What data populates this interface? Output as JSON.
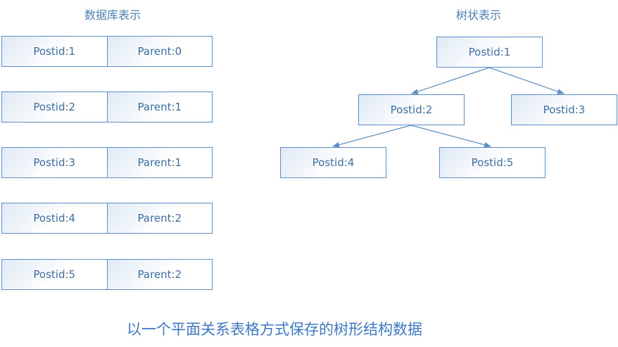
{
  "headings": {
    "db": "数据库表示",
    "tree": "树状表示"
  },
  "db_rows": [
    {
      "postid": "Postid:1",
      "parent": "Parent:0"
    },
    {
      "postid": "Postid:2",
      "parent": "Parent:1"
    },
    {
      "postid": "Postid:3",
      "parent": "Parent:1"
    },
    {
      "postid": "Postid:4",
      "parent": "Parent:2"
    },
    {
      "postid": "Postid:5",
      "parent": "Parent:2"
    }
  ],
  "tree_nodes": {
    "n1": "Postid:1",
    "n2": "Postid:2",
    "n3": "Postid:3",
    "n4": "Postid:4",
    "n5": "Postid:5"
  },
  "tree_edges": [
    {
      "from": "n1",
      "to": "n2"
    },
    {
      "from": "n1",
      "to": "n3"
    },
    {
      "from": "n2",
      "to": "n4"
    },
    {
      "from": "n2",
      "to": "n5"
    }
  ],
  "caption": "以一个平面关系表格方式保存的树形结构数据",
  "colors": {
    "border": "#5b8ec2",
    "text": "#3f6f9f",
    "caption": "#3f78c0"
  }
}
